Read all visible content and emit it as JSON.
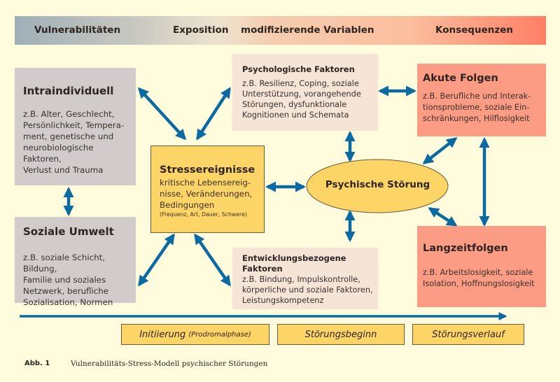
{
  "header": {
    "vulnerabilities": "Vulnerabilitäten",
    "exposition": "Exposition",
    "modifiers": "modifizierende Variablen",
    "consequences": "Konsequenzen"
  },
  "boxes": {
    "intraindividual": {
      "title": "Intraindividuell",
      "lines": [
        "z.B. Alter, Geschlecht,",
        "Persönlichkeit, Tempera-",
        "ment, genetische und",
        "neurobiologische Faktoren,",
        "Verlust und Trauma"
      ]
    },
    "social": {
      "title": "Soziale Umwelt",
      "lines": [
        "z.B. soziale Schicht, Bildung,",
        "Familie und soziales",
        "Netzwerk, berufliche",
        "Sozialisation, Normen"
      ]
    },
    "stress": {
      "title": "Stressereignisse",
      "lines": [
        "kritische Lebensereig-",
        "nisse, Veränderungen,",
        "Bedingungen"
      ],
      "note": "(Frequenz,  Art, Dauer, Schwere)"
    },
    "psychological": {
      "title": "Psychologische Faktoren",
      "lines": [
        "z.B. Resilienz, Coping, soziale",
        "Unterstützung, vorangehende",
        "Störungen, dysfunktionale",
        "Kognitionen  und Schemata"
      ]
    },
    "developmental": {
      "title_lines": [
        "Entwicklungsbezogene",
        "Faktoren"
      ],
      "lines": [
        "z.B. Bindung, Impulskontrolle,",
        "körperliche und soziale Faktoren,",
        "Leistungskompetenz"
      ]
    },
    "acute": {
      "title": "Akute Folgen",
      "lines": [
        "z.B. Berufliche und Interak-",
        "tionsprobleme, soziale Ein-",
        "schränkungen, Hilflosigkeit"
      ]
    },
    "longterm": {
      "title": "Langzeitfolgen",
      "lines": [
        "z.B. Arbeitslosigkeit, soziale",
        "Isolation, Hoffnungslosigkeit"
      ]
    }
  },
  "center": {
    "label": "Psychische Störung"
  },
  "phases": [
    {
      "label": "Initiierung",
      "sub": "(Prodromalphase)"
    },
    {
      "label": "Störungsbeginn",
      "sub": ""
    },
    {
      "label": "Störungsverlauf",
      "sub": ""
    }
  ],
  "caption": {
    "label": "Abb. 1",
    "text": "Vulnerabilitäts-Stress-Modell psychischer Störungen"
  },
  "colors": {
    "arrow": "#0a6aa1",
    "background": "#fefcdc",
    "grey_box": "#d1cccb",
    "peach_box": "#f6e4d7",
    "salmon_box": "#fd9c84",
    "yellow_box": "#fdd466"
  }
}
